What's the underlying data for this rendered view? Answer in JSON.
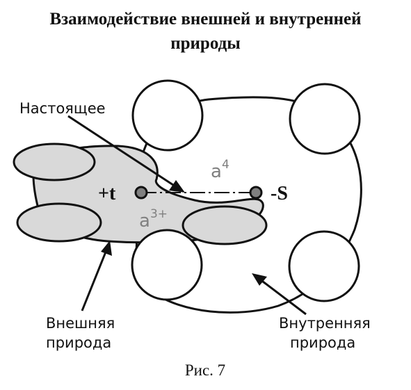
{
  "title_line1": "Взаимодействие внешней и внутренней",
  "title_line2": "природы",
  "labels": {
    "present": "Настоящее",
    "plus_t": "+t",
    "minus_s": "-S",
    "a4_base": "a",
    "a4_sup": "4",
    "a3_base": "a",
    "a3_sup": "3+",
    "outer_line1": "Внешняя",
    "outer_line2": "природа",
    "inner_line1": "Внутренняя",
    "inner_line2": "природа"
  },
  "caption": "Рис. 7",
  "colors": {
    "stroke": "#111111",
    "gray_fill": "#d9d9d9",
    "dot_fill": "#808080",
    "label_gray": "#808080",
    "text": "#111111"
  }
}
